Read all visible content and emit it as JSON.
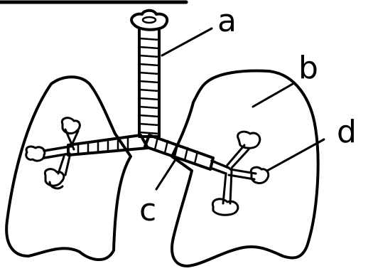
{
  "diagram": {
    "labels": {
      "a": "a",
      "b": "b",
      "c": "c",
      "d": "d"
    },
    "colors": {
      "ink": "#000000",
      "background": "#ffffff",
      "speckle": "#333333"
    }
  }
}
